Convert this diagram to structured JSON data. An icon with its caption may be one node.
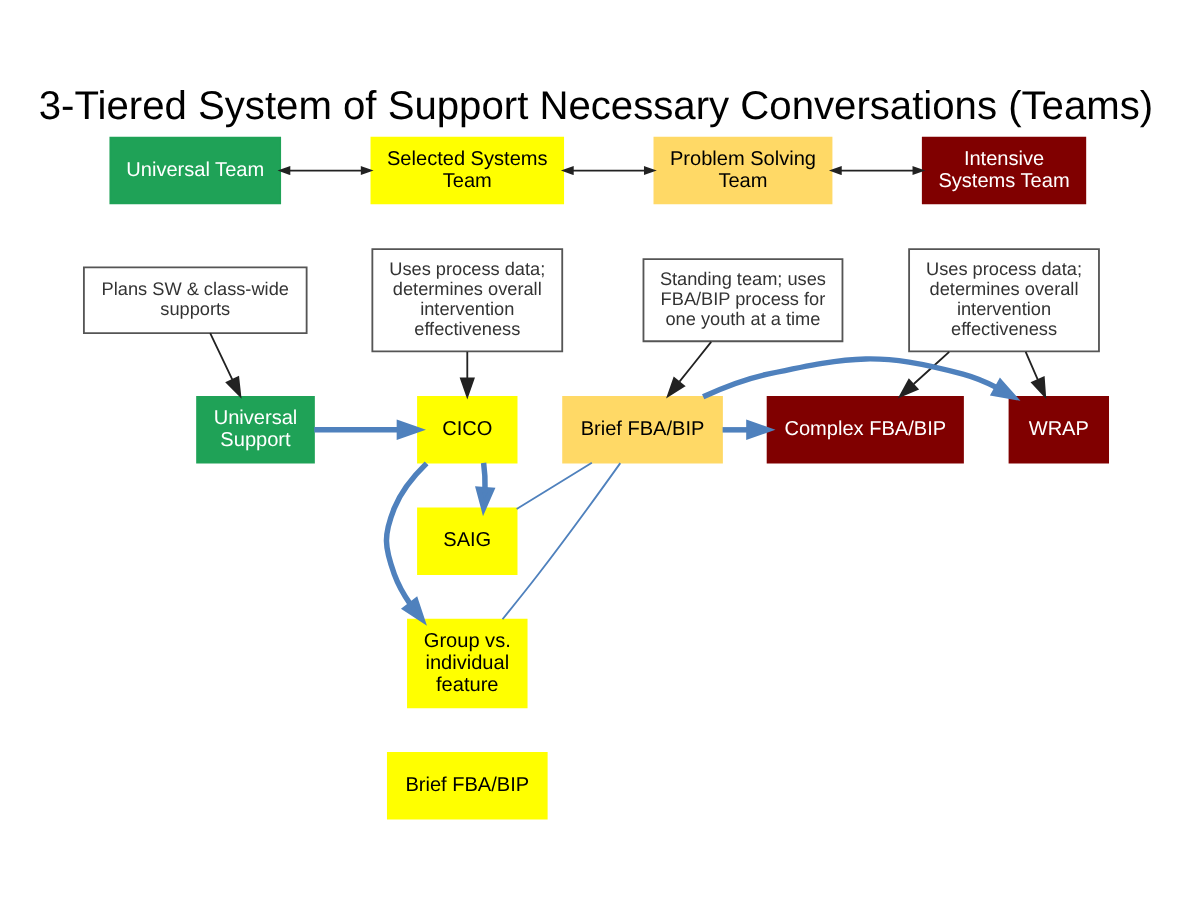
{
  "diagram": {
    "title": "3-Tiered System of Support Necessary Conversations (Teams)",
    "nodes": [
      {
        "text": [
          "Universal Team"
        ]
      },
      {
        "text": [
          "Plans SW & class-wide supports"
        ]
      },
      {
        "text": [
          "Selected Systems Team"
        ]
      },
      {
        "text": [
          "Uses process data; determines overall intervention effectiveness"
        ]
      },
      {
        "text": [
          "Problem Solving Team"
        ]
      },
      {
        "text": [
          "Standing team; uses FBA/BIP process for one youth at a time"
        ]
      },
      {
        "text": [
          "Intensive Systems Team"
        ]
      },
      {
        "text": [
          "Uses process data; determines overall intervention effectiveness"
        ]
      },
      {
        "text": [
          "Universal Support"
        ]
      },
      {
        "text": [
          "CICO"
        ]
      },
      {
        "text": [
          "SAIG"
        ]
      },
      {
        "text": [
          "Group vs. individual feature"
        ]
      },
      {
        "text": [
          "Brief FBA/BIP"
        ]
      },
      {
        "text": [
          "Brief FBA/BIP"
        ]
      },
      {
        "text": [
          "Complex FBA/BIP"
        ]
      },
      {
        "text": [
          "WRAP"
        ]
      }
    ],
    "edges": [
      {
        "from": 0,
        "to": 2,
        "arrow": "both"
      },
      {
        "from": 2,
        "to": 4,
        "arrow": "both"
      },
      {
        "from": 4,
        "to": 6,
        "arrow": "both"
      },
      {
        "from": 1,
        "to": 8,
        "arrow": "to"
      },
      {
        "from": 3,
        "to": 9,
        "arrow": "to"
      },
      {
        "from": 5,
        "to": 12,
        "arrow": "to"
      },
      {
        "from": 7,
        "to": 14,
        "arrow": "to"
      },
      {
        "from": 7,
        "to": 15,
        "arrow": "to"
      },
      {
        "from": 8,
        "to": 9,
        "arrow": "to",
        "style": "thick",
        "color": "#4f81bd"
      },
      {
        "from": 9,
        "to": 10,
        "arrow": "to",
        "style": "thick",
        "color": "#4f81bd"
      },
      {
        "from": 9,
        "to": 11,
        "arrow": "to",
        "style": "thick",
        "color": "#4f81bd"
      },
      {
        "from": 10,
        "to": 12,
        "arrow": "none",
        "color": "#4f81bd"
      },
      {
        "from": 11,
        "to": 12,
        "arrow": "none",
        "color": "#4f81bd"
      },
      {
        "from": 12,
        "to": 14,
        "arrow": "to",
        "style": "thick",
        "color": "#4f81bd"
      },
      {
        "from": 12,
        "to": 15,
        "arrow": "to",
        "style": "thick",
        "color": "#4f81bd"
      }
    ]
  }
}
